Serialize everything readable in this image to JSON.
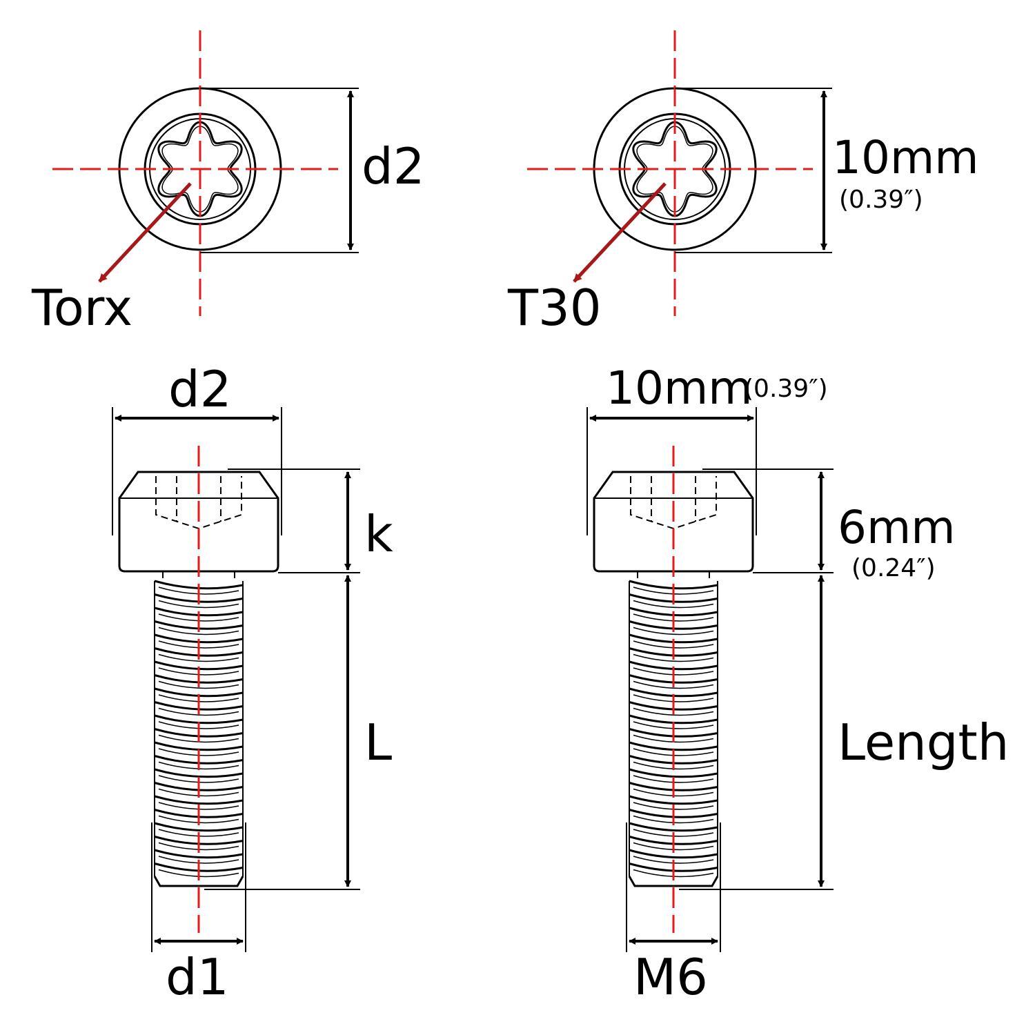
{
  "colors": {
    "line": "#000000",
    "centerline": "#e31b1b",
    "arrow": "#a81818"
  },
  "top_left": {
    "dimension_label": "d2",
    "drive_label": "Torx"
  },
  "top_right": {
    "dimension_label": "10mm",
    "dimension_inch": "(0.39″)",
    "drive_label": "T30"
  },
  "bottom_left": {
    "head_diameter_label": "d2",
    "head_height_label": "k",
    "length_label": "L",
    "thread_diameter_label": "d1"
  },
  "bottom_right": {
    "head_diameter_label": "10mm",
    "head_diameter_inch": "(0.39″)",
    "head_height_label": "6mm",
    "head_height_inch": "(0.24″)",
    "length_label": "Length",
    "thread_diameter_label": "M6"
  }
}
